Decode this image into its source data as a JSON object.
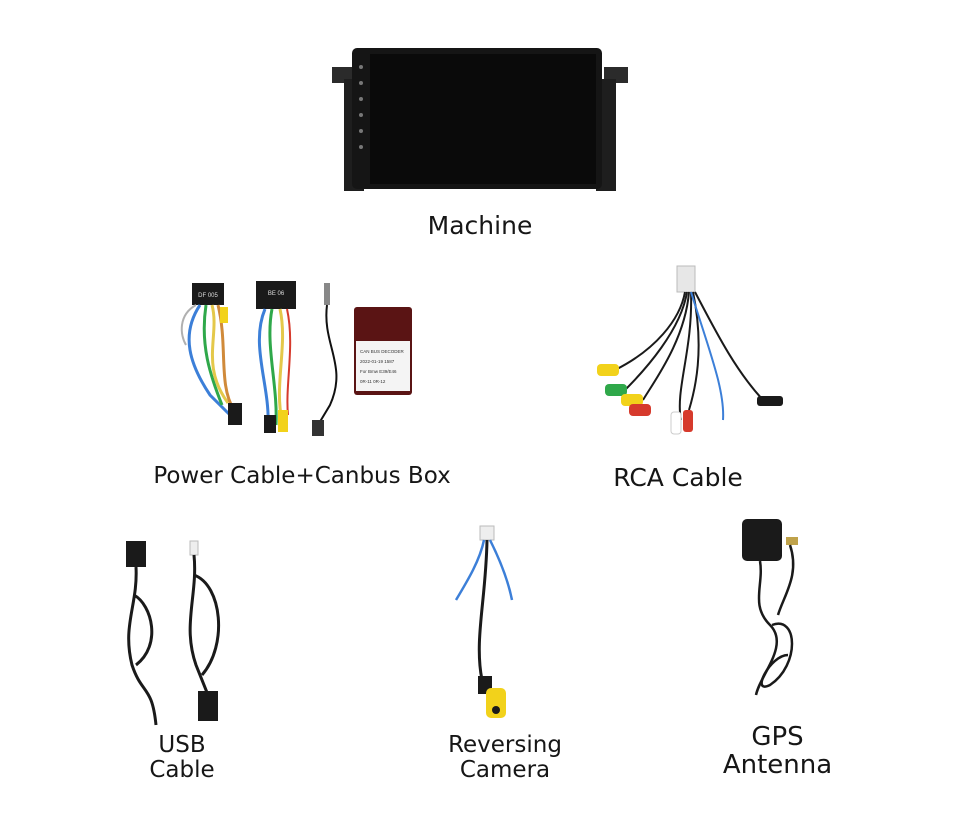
{
  "items": {
    "machine": {
      "label": "Machine"
    },
    "power": {
      "label": "Power Cable+Canbus Box",
      "box_text": [
        "CAN BUS DECODER",
        "2022-01-19 1587",
        "For  Bmw E39/E46",
        "0R-11       0R-12"
      ],
      "plug_text": [
        "DF 005",
        "BE 06"
      ]
    },
    "rca": {
      "label": "RCA Cable"
    },
    "usb": {
      "label_line1": "USB",
      "label_line2": "Cable"
    },
    "camera": {
      "label_line1": "Reversing",
      "label_line2": "Camera"
    },
    "gps": {
      "label_line1": "GPS",
      "label_line2": "Antenna"
    }
  },
  "colors": {
    "cable": "#1a1a1a",
    "yellow": "#f2d21b",
    "green": "#2fa84a",
    "red": "#d63a2c",
    "blue": "#3c7fd8",
    "box": "#5a1414"
  }
}
